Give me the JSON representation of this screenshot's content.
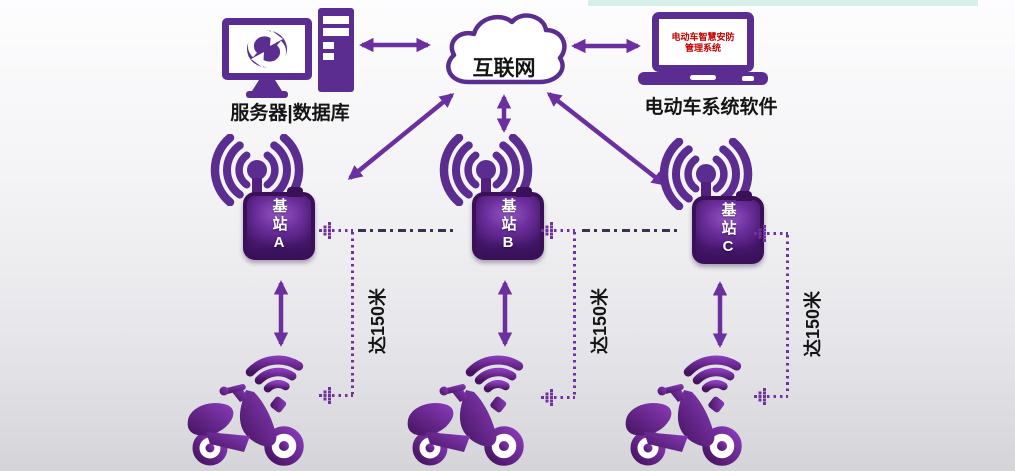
{
  "colors": {
    "purple_icon": "#5c2d91",
    "arrow": "#6c2f9f",
    "device_border": "#3a1158",
    "dotted_bracket": "#7030a0",
    "dashdot_line": "#3d3350",
    "screen_text_red": "#c00000",
    "teal_strip": "#d6efe8"
  },
  "server": {
    "label": "服务器|数据库"
  },
  "cloud": {
    "label": "互联网"
  },
  "software": {
    "screen_line1": "电动车智慧安防",
    "screen_line2": "管理系统",
    "label": "电动车系统软件"
  },
  "stations": [
    {
      "label": "基站A"
    },
    {
      "label": "基站B"
    },
    {
      "label": "基站C"
    }
  ],
  "links": [
    {
      "range": "达150米"
    },
    {
      "range": "达150米"
    },
    {
      "range": "达150米"
    }
  ],
  "icons": {
    "server": "desktop-monitor-with-sync-logo-icon",
    "tower": "pc-tower-icon",
    "cloud": "cloud-icon",
    "laptop": "laptop-icon",
    "antenna": "radio-antenna-icon",
    "wifi": "wifi-signal-icon",
    "scooter": "electric-scooter-icon",
    "arrow": "double-headed-arrow"
  }
}
